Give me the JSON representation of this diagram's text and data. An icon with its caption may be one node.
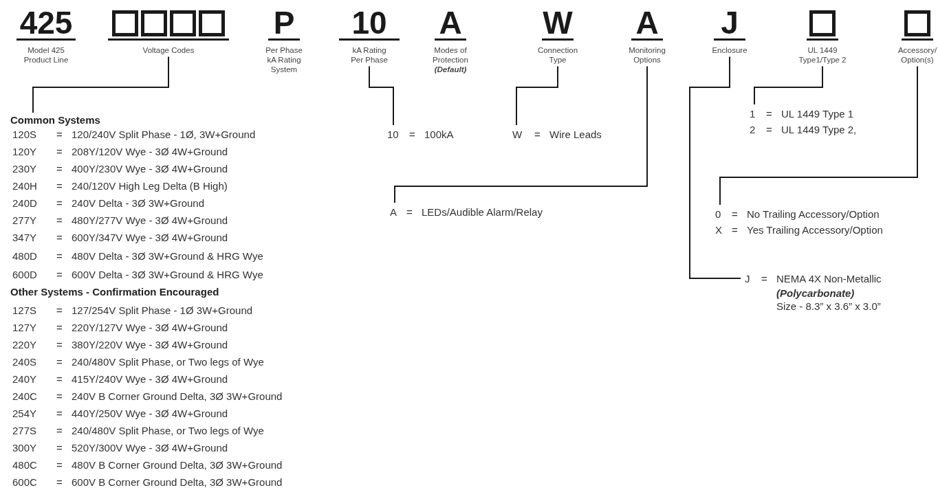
{
  "diagram": {
    "nodes": [
      {
        "text": [
          "425",
          "Model 425 Product Line"
        ]
      },
      {
        "text": [
          "Voltage Codes"
        ]
      },
      {
        "text": [
          "P",
          "Per Phase kA Rating System"
        ]
      },
      {
        "text": [
          "10",
          "kA Rating Per Phase"
        ]
      },
      {
        "text": [
          "A",
          "Modes of Protection",
          "(Default)"
        ]
      },
      {
        "text": [
          "W",
          "Connection Type"
        ]
      },
      {
        "text": [
          "A",
          "Monitoring Options"
        ]
      },
      {
        "text": [
          "J",
          "Enclosure"
        ]
      },
      {
        "text": [
          "UL 1449 Type1/Type 2"
        ]
      },
      {
        "text": [
          "Accessory/ Option(s)"
        ]
      },
      {
        "text": [
          "Common Systems"
        ]
      },
      {
        "text": [
          "10",
          "=",
          "100kA"
        ]
      },
      {
        "text": [
          "W",
          "=",
          "Wire Leads"
        ]
      },
      {
        "text": [
          "1",
          "=",
          "UL 1449 Type 1",
          "2",
          "=",
          "UL 1449 Type 2,"
        ]
      },
      {
        "text": [
          "A",
          "=",
          "LEDs/Audible Alarm/Relay"
        ]
      },
      {
        "text": [
          "0",
          "=",
          "No Trailing Accessory/Option",
          "X",
          "=",
          "Yes Trailing Accessory/Option"
        ]
      },
      {
        "text": [
          "J",
          "=",
          "NEMA 4X Non-Metallic",
          "(Polycarbonate)",
          "Size - 8.3” x 3.6” x 3.0”"
        ]
      }
    ],
    "edges": [
      {
        "from": 1,
        "to": 10,
        "arrow": "none"
      },
      {
        "from": 3,
        "to": 11,
        "arrow": "none"
      },
      {
        "from": 5,
        "to": 12,
        "arrow": "none"
      },
      {
        "from": 6,
        "to": 14,
        "arrow": "none"
      },
      {
        "from": 7,
        "to": 16,
        "arrow": "none"
      },
      {
        "from": 8,
        "to": 13,
        "arrow": "none"
      },
      {
        "from": 9,
        "to": 15,
        "arrow": "none"
      }
    ],
    "labels": [
      "120S",
      "=",
      "120/240V Split Phase - 1Ø, 3W+Ground",
      "120Y",
      "=",
      "208Y/120V Wye - 3Ø 4W+Ground",
      "230Y",
      "=",
      "400Y/230V Wye - 3Ø 4W+Ground",
      "240H",
      "=",
      "240/120V High Leg Delta (B High)",
      "240D",
      "=",
      "240V Delta - 3Ø 3W+Ground",
      "277Y",
      "=",
      "480Y/277V Wye - 3Ø 4W+Ground",
      "347Y",
      "=",
      "600Y/347V Wye - 3Ø 4W+Ground",
      "480D",
      "=",
      "480V Delta - 3Ø 3W+Ground & HRG Wye",
      "600D",
      "=",
      "600V Delta - 3Ø 3W+Ground & HRG Wye",
      "Other Systems - Confirmation Encouraged",
      "127S",
      "=",
      "127/254V Split Phase - 1Ø 3W+Ground",
      "127Y",
      "=",
      "220Y/127V Wye - 3Ø 4W+Ground",
      "220Y",
      "=",
      "380Y/220V Wye - 3Ø 4W+Ground",
      "240S",
      "=",
      "240/480V Split Phase, or Two legs of Wye",
      "240Y",
      "=",
      "415Y/240V Wye - 3Ø 4W+Ground",
      "240C",
      "=",
      "240V B Corner Ground Delta, 3Ø 3W+Ground",
      "254Y",
      "=",
      "440Y/250V Wye - 3Ø 4W+Ground",
      "277S",
      "=",
      "240/480V Split Phase, or Two legs of Wye",
      "300Y",
      "=",
      "520Y/300V Wye - 3Ø 4W+Ground",
      "480C",
      "=",
      "480V B Corner Ground Delta, 3Ø 3W+Ground",
      "600C",
      "=",
      "600V B Corner Ground Delta, 3Ø 3W+Ground"
    ]
  }
}
